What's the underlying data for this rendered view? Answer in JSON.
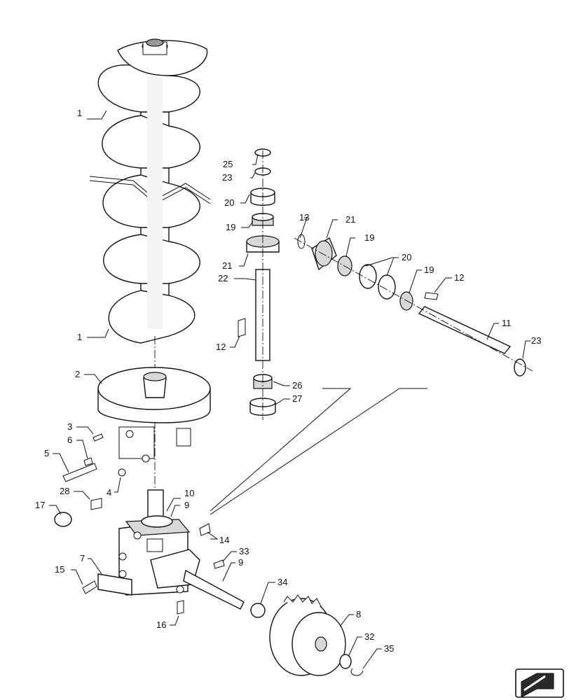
{
  "diagram": {
    "callouts": [
      {
        "id": "c1a",
        "text": "1"
      },
      {
        "id": "c1b",
        "text": "1"
      },
      {
        "id": "c2",
        "text": "2"
      },
      {
        "id": "c3",
        "text": "3"
      },
      {
        "id": "c4",
        "text": "4"
      },
      {
        "id": "c5",
        "text": "5"
      },
      {
        "id": "c6",
        "text": "6"
      },
      {
        "id": "c7",
        "text": "7"
      },
      {
        "id": "c8",
        "text": "8"
      },
      {
        "id": "c9a",
        "text": "9"
      },
      {
        "id": "c9b",
        "text": "9"
      },
      {
        "id": "c10",
        "text": "10"
      },
      {
        "id": "c11",
        "text": "11"
      },
      {
        "id": "c12a",
        "text": "12"
      },
      {
        "id": "c12b",
        "text": "12"
      },
      {
        "id": "c13",
        "text": "13"
      },
      {
        "id": "c14",
        "text": "14"
      },
      {
        "id": "c15",
        "text": "15"
      },
      {
        "id": "c16",
        "text": "16"
      },
      {
        "id": "c17",
        "text": "17"
      },
      {
        "id": "c19a",
        "text": "19"
      },
      {
        "id": "c19b",
        "text": "19"
      },
      {
        "id": "c19c",
        "text": "19"
      },
      {
        "id": "c20a",
        "text": "20"
      },
      {
        "id": "c20b",
        "text": "20"
      },
      {
        "id": "c21a",
        "text": "21"
      },
      {
        "id": "c21b",
        "text": "21"
      },
      {
        "id": "c22",
        "text": "22"
      },
      {
        "id": "c23a",
        "text": "23"
      },
      {
        "id": "c23b",
        "text": "23"
      },
      {
        "id": "c25",
        "text": "25"
      },
      {
        "id": "c26",
        "text": "26"
      },
      {
        "id": "c27",
        "text": "27"
      },
      {
        "id": "c28",
        "text": "28"
      },
      {
        "id": "c32",
        "text": "32"
      },
      {
        "id": "c33",
        "text": "33"
      },
      {
        "id": "c34",
        "text": "34"
      },
      {
        "id": "c35",
        "text": "35"
      }
    ]
  },
  "icons": {
    "corner": "arrow-tab-icon"
  }
}
